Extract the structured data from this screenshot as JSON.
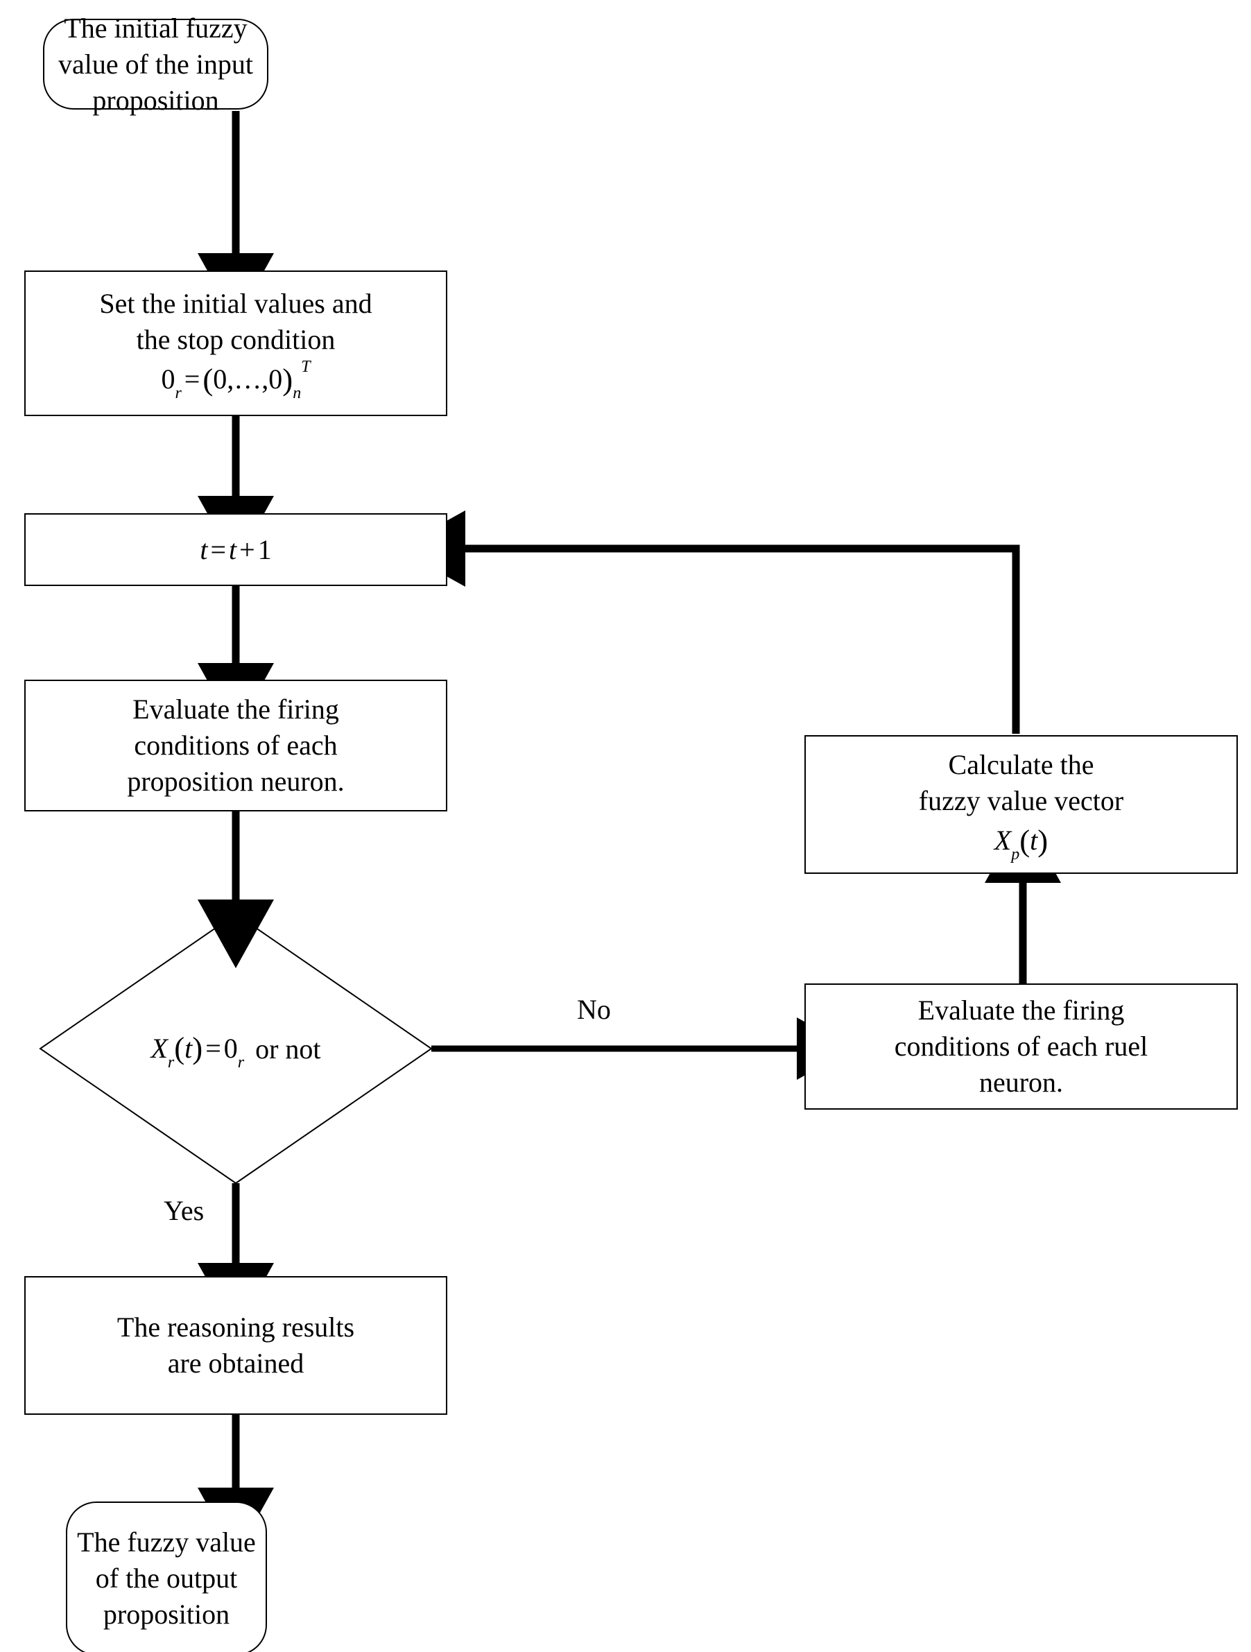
{
  "diagram": {
    "title": "Fuzzy Petri net reasoning algorithm flowchart",
    "stroke_color": "#000000",
    "fill_color": "#ffffff",
    "nodes": [
      {
        "id": "start",
        "shape": "terminator",
        "lines": [
          "The initial fuzzy",
          "value of  the input",
          "proposition"
        ]
      },
      {
        "id": "set-initial",
        "shape": "process",
        "lines": [
          "Set the initial values  and",
          "the stop condition"
        ],
        "formula": "0_r = (0,...,0)_n^T"
      },
      {
        "id": "increment-t",
        "shape": "process",
        "formula": "t=t+1"
      },
      {
        "id": "evaluate-proposition",
        "shape": "process",
        "lines": [
          "Evaluate the firing",
          "conditions of each",
          "proposition neuron."
        ]
      },
      {
        "id": "decision",
        "shape": "decision",
        "formula": "X_r(t) = 0_r",
        "text_after": "or not"
      },
      {
        "id": "calculate-vector",
        "shape": "process",
        "lines": [
          "Calculate the",
          "fuzzy value vector"
        ],
        "formula": "X_p(t)"
      },
      {
        "id": "evaluate-rule",
        "shape": "process",
        "lines": [
          "Evaluate the firing",
          "conditions of each ruel",
          "neuron."
        ]
      },
      {
        "id": "results",
        "shape": "process",
        "lines": [
          "The reasoning results",
          "are obtained"
        ]
      },
      {
        "id": "end",
        "shape": "terminator",
        "lines": [
          "The fuzzy value",
          "of  the output",
          "proposition"
        ]
      }
    ],
    "edge_labels": {
      "no": "No",
      "yes": "Yes"
    },
    "math_symbols": {
      "zero": "0",
      "sub_r": "r",
      "sub_n": "n",
      "sub_p": "p",
      "sup_T": "T",
      "var_t": "t",
      "var_X": "X",
      "equals": "=",
      "plus": "+",
      "one": "1",
      "ellipsis": "…",
      "comma": ",",
      "lparen": "(",
      "rparen": ")"
    }
  }
}
